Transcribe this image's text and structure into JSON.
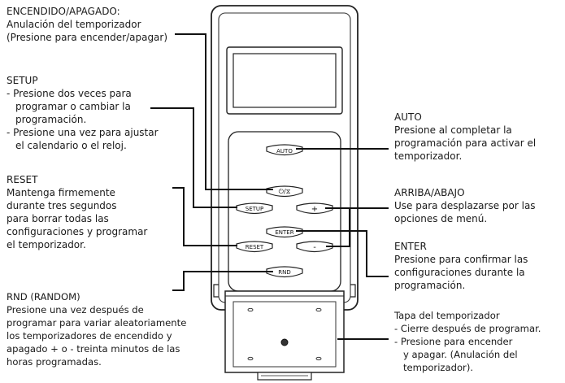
{
  "callouts": {
    "onoff": {
      "title": "ENCENDIDO/APAGADO:",
      "lines": [
        "Anulación del temporizador",
        "(Presione para encender/apagar)"
      ]
    },
    "setup": {
      "title": "SETUP",
      "lines": [
        "- Presione dos veces para",
        "programar o cambiar la",
        "programación.",
        "- Presione una vez para ajustar",
        "el calendario o el reloj."
      ]
    },
    "reset": {
      "title": "RESET",
      "lines": [
        "Mantenga firmemente",
        "durante tres segundos",
        "para borrar todas las",
        "configuraciones y programar",
        "el temporizador."
      ]
    },
    "rnd": {
      "title": "RND (RANDOM)",
      "lines": [
        "Presione una vez después de",
        "programar para variar aleatoriamente",
        "los temporizadores de encendido y",
        "apagado + o - treinta minutos de las",
        "horas programadas."
      ]
    },
    "auto": {
      "title": "AUTO",
      "lines": [
        "Presione al completar la",
        "programación para activar el",
        "temporizador."
      ]
    },
    "updown": {
      "title": "ARRIBA/ABAJO",
      "lines": [
        "Use para desplazarse por las",
        "opciones de menú."
      ]
    },
    "enter": {
      "title": "ENTER",
      "lines": [
        "Presione para confirmar las",
        "configuraciones durante la",
        "programación."
      ]
    },
    "cover": {
      "title": "Tapa del temporizador",
      "lines": [
        "- Cierre después de programar.",
        "- Presione para encender",
        "y apagar. (Anulación del",
        "temporizador)."
      ]
    }
  },
  "buttons": {
    "auto": "AUTO",
    "onoff": "⏻/⧖",
    "setup": "SETUP",
    "up": "+",
    "enter": "ENTER",
    "reset": "RESET",
    "down": "-",
    "rnd": "RND"
  }
}
